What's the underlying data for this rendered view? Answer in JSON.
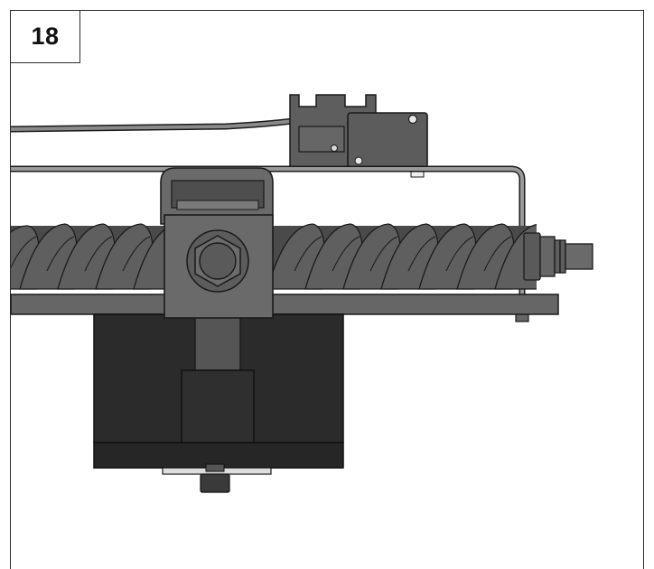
{
  "step": {
    "number": "18"
  },
  "colors": {
    "screw": "#5b5b5b",
    "screw_dark": "#3d3d3d",
    "motor_body": "#2b2b2b",
    "bracket": "#6a6a6a",
    "plate": "#666666",
    "switch": "#5e5e5e",
    "outline": "#1a1a1a",
    "frame": "#2a2a2a"
  },
  "icons": [
    "limit-switch",
    "lead-screw",
    "carriage-nut",
    "motor-housing"
  ]
}
